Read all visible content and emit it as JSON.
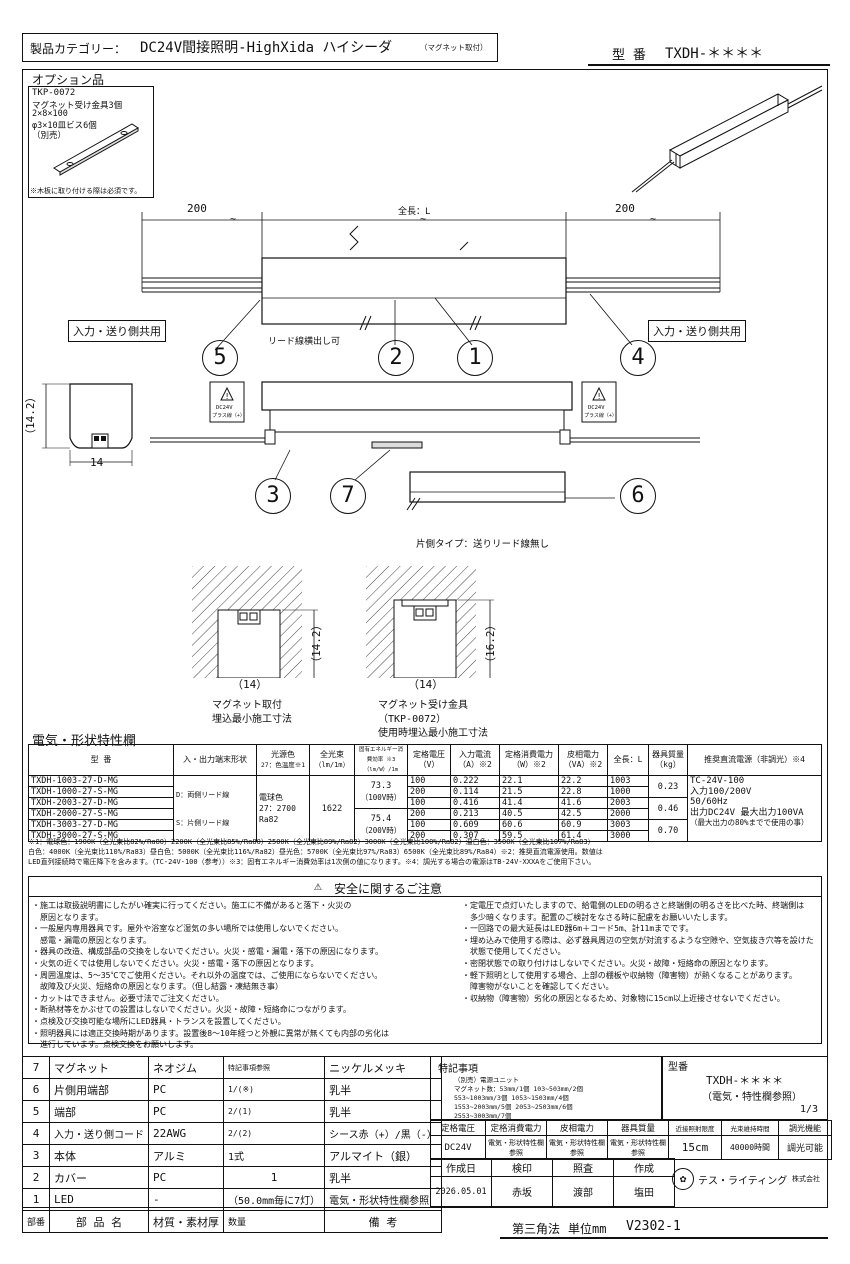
{
  "header": {
    "category_prefix": "製品カテゴリー：",
    "category_main": "DC24V間接照明-HighXida ハイシーダ",
    "category_sub": "（マグネット取付）",
    "model_label": "型 番",
    "model_value": "TXDH-＊＊＊＊"
  },
  "option": {
    "title": "オプション品",
    "code": "TKP-0072",
    "lines": [
      "マグネット受け金具3個",
      "2×8×100",
      "φ3×10皿ビス6個",
      "（別売）"
    ],
    "note": "※木板に取り付ける際は必須です。"
  },
  "drawing": {
    "dim_left": "200",
    "dim_right": "200",
    "dim_total": "全長：L",
    "label_io_left": "入力・送り側共用",
    "label_io_right": "入力・送り側共用",
    "lead_note": "リード線横出し可",
    "callouts": [
      "1",
      "2",
      "3",
      "4",
      "5",
      "6",
      "7"
    ],
    "warn_text_1": "DC24V",
    "warn_text_2": "プラス線（+）",
    "section_h": "（14.2）",
    "section_w": "14",
    "single_side": "片側タイプ：送りリード線無し",
    "embed_h1": "（14.2）",
    "embed_w1": "（14）",
    "embed_cap1_l1": "マグネット取付",
    "embed_cap1_l2": "埋込最小施工寸法",
    "embed_h2": "（16.2）",
    "embed_w2": "（14）",
    "embed_cap2_l1": "マグネット受け金具",
    "embed_cap2_l2": "（TKP-0072）",
    "embed_cap2_l3": "使用時埋込最小施工寸法"
  },
  "spec": {
    "title": "電気・形状特性欄",
    "headers": {
      "model": "型 番",
      "io": "入・出力端末形状",
      "color": "光源色",
      "color_sub": "27：色温度※1",
      "flux": "全光束",
      "flux_unit": "（lm/1m）",
      "eff": "固有エネルギー消費効率 ※3",
      "eff_unit": "（lm/W）/1m",
      "volt": "定格電圧",
      "volt_unit": "（V）",
      "curr": "入力電流",
      "curr_unit": "（A）※2",
      "power": "定格消費電力",
      "power_unit": "（W）※2",
      "va": "皮相電力",
      "va_unit": "（VA）※2",
      "len": "全長：L",
      "mass": "器具質量",
      "mass_unit": "（kg）",
      "psu": "推奨直流電源（非調光）※4"
    },
    "models": [
      "TXDH-1003-27-D-MG",
      "TXDH-1000-27-S-MG",
      "TXDH-2003-27-D-MG",
      "TXDH-2000-27-S-MG",
      "TXDH-3003-27-D-MG",
      "TXDH-3000-27-S-MG"
    ],
    "io_d": "D：両側リード線",
    "io_s": "S：片側リード線",
    "color_l1": "電球色",
    "color_l2": "27：2700",
    "color_l3": "Ra82",
    "flux": "1622",
    "eff_1a": "73.3",
    "eff_1b": "（100V時）",
    "eff_2a": "75.4",
    "eff_2b": "（200V時）",
    "rows": [
      {
        "v": "100",
        "a": "0.222",
        "w": "22.1",
        "va": "22.2",
        "l": "1003"
      },
      {
        "v": "200",
        "a": "0.114",
        "w": "21.5",
        "va": "22.8",
        "l": "1000"
      },
      {
        "v": "100",
        "a": "0.416",
        "w": "41.4",
        "va": "41.6",
        "l": "2003"
      },
      {
        "v": "200",
        "a": "0.213",
        "w": "40.5",
        "va": "42.5",
        "l": "2000"
      },
      {
        "v": "100",
        "a": "0.609",
        "w": "60.6",
        "va": "60.9",
        "l": "3003"
      },
      {
        "v": "200",
        "a": "0.307",
        "w": "59.5",
        "va": "61.4",
        "l": "3000"
      }
    ],
    "mass": [
      "0.23",
      "0.46",
      "0.70"
    ],
    "psu_lines": [
      "TC-24V-100",
      "入力100/200V",
      "50/60Hz",
      "出力DC24V 最大出力100VA",
      "（最大出力の80%までで使用の事）"
    ],
    "footnotes": [
      "※1：電球色：1900K（全光束比82%/Ra80）2200K（全光束比85%/Ra80）2500K（全光束比89%/Ra82）3000K（全光束比100%/Ra82）温白色：3500K（全光束比107%/Ra83）",
      "白色：4000K（全光束比110%/Ra83）昼白色：5000K（全光束比116%/Ra82）昼光色：5700K（全光束比97%/Ra83）6500K（全光束比89%/Ra84）※2：推奨直流電源使用。数値は",
      "LED直列接続時で電圧降下を含みます。（TC-24V-100（参考））※3：固有エネルギー消費効率は1次側の値になります。※4：調光する場合の電源はTB-24V-XXXAをご使用下さい。"
    ]
  },
  "safety": {
    "title": "安全に関するご注意",
    "left": [
      "・施工は取扱説明書にしたがい確実に行ってください。施工に不備があると落下・火災の",
      "　原因となります。",
      "・一般屋内専用器具です。屋外や浴室など湿気の多い場所では使用しないでください。",
      "　感電・漏電の原因となります。",
      "・器具の改造、構成部品の交換をしないでください。火災・感電・漏電・落下の原因になります。",
      "・火気の近くでは使用しないでください。火災・感電・落下の原因となります。",
      "・周囲温度は、5～35℃でご使用ください。それ以外の温度では、ご使用にならないでください。",
      "　故障及び火災、短絡命の原因となります。（但し結露・凍結無き事）",
      "・カットはできません。必要寸法でご注文ください。",
      "・断熱材等をかぶせての設置はしないでください。火災・故障・短絡命につながります。",
      "・点検及び交換可能な場所にLED器具・トランスを設置してください。",
      "・照明器具には適正交換時期があります。設置後8～10年経つと外観に異常が無くても内部の劣化は",
      "　進行しています。点検交換をお願いします。"
    ],
    "right": [
      "・定電圧で点灯いたしますので、給電側のLEDの明るさと終端側の明るさを比べた時、終端側は",
      "　多少暗くなります。配置のご検討をなさる時に配慮をお願いいたします。",
      "・一回路での最大延長はLED器6m＋コード5m、計11mまでです。",
      "・埋め込みで使用する際は、必ず器具周辺の空気が対流するような空隙や、空気抜き穴等を設けた",
      "　状態で使用してください。",
      "・密閉状態での取り付けはしないでください。火災・故障・短絡命の原因となります。",
      "・軽下照明として使用する場合、上部の棚板や収納物（障害物）が熱くなることがあります。",
      "　障害物がないことを確認してください。",
      "・収納物（障害物）劣化の原因となるため、対象物に15cm以上近接させないでください。"
    ]
  },
  "parts": {
    "rows": [
      {
        "no": "7",
        "name": "マグネット",
        "mat": "ネオジム",
        "qty": "",
        "finish": "ニッケルメッキ"
      },
      {
        "no": "6",
        "name": "片側用端部",
        "mat": "PC",
        "qty": "1/(※)",
        "finish": "乳半"
      },
      {
        "no": "5",
        "name": "端部",
        "mat": "PC",
        "qty": "2/(1)",
        "finish": "乳半"
      },
      {
        "no": "4",
        "name": "入力・送り側コード",
        "mat": "22AWG",
        "qty": "2/(2)",
        "finish": "シース赤（+）/黒（-）"
      },
      {
        "no": "3",
        "name": "本体",
        "mat": "アルミ",
        "qty": "1式",
        "finish": "アルマイト（銀）"
      },
      {
        "no": "2",
        "name": "カバー",
        "mat": "PC",
        "qty": "1",
        "finish": "乳半"
      },
      {
        "no": "1",
        "name": "LED",
        "mat": "-",
        "qty": "",
        "finish": "電気・形状特性欄参照"
      }
    ],
    "led_note": "（50.0mm毎に7灯）",
    "qty_hdr_note": "特記事項参照",
    "footer": {
      "no": "部番",
      "name": "部 品 名",
      "mat": "材質・素材厚",
      "qty": "数量",
      "note": "備 考"
    }
  },
  "notes": {
    "title": "特記事項",
    "lines": [
      "（別売）電源ユニット",
      "マグネット数：53mm/1個 103~503mm/2個",
      "553~1003mm/3個 1053~1503mm/4個",
      "1553~2003mm/5個 2053~2503mm/6個",
      "2553~3003mm/7個"
    ]
  },
  "titleblock": {
    "model_label": "型番",
    "model_value": "TXDH-＊＊＊＊",
    "model_sub": "（電気・特性欄参照）",
    "page": "1/3",
    "h_volt": "定格電圧",
    "h_power": "定格消費電力",
    "h_va": "皮相電力",
    "h_mass": "器具質量",
    "h_dist": "近接照射限度",
    "h_life": "光束維持時間",
    "h_dim": "調光機能",
    "v_volt": "DC24V",
    "v_ref": "電気・形状特性欄参照",
    "v_dist": "15cm",
    "v_life": "40000時間",
    "v_dim": "調光可能",
    "date_hdr": "作成日",
    "insp": "検印",
    "check": "照査",
    "made": "作成",
    "date": "2026.05.01",
    "p1": "赤坂",
    "p2": "渡部",
    "p3": "塩田",
    "company": "テス・ライティング",
    "company_sub": "株式会社"
  },
  "bottom": {
    "projection": "第三角法",
    "unit": "単位mm",
    "version": "V2302-1"
  }
}
